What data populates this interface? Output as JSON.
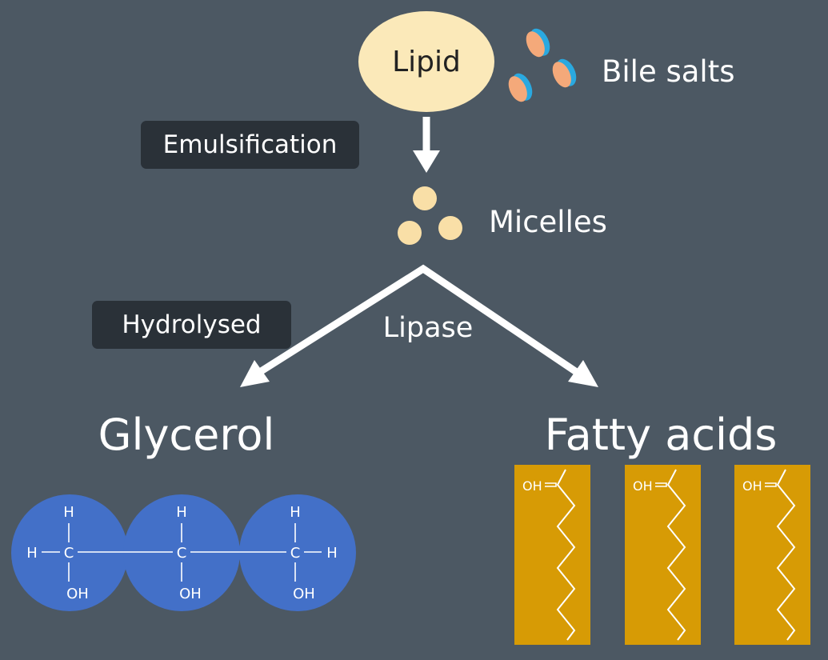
{
  "lipid": "Lipid",
  "bile_salts": "Bile salts",
  "micelles": "Micelles",
  "emulsification": "Emulsification",
  "hydrolysed": "Hydrolysed",
  "lipase": "Lipase",
  "glycerol": "Glycerol",
  "fatty_acids": "Fatty acids",
  "glycerol_atoms": {
    "h": "H",
    "c": "C",
    "oh": "OH"
  },
  "fatty_acid_atoms": {
    "oh": "OH"
  },
  "colors": {
    "background": "#4c5863",
    "lipid": "#fbe9b9",
    "micelle": "#f9dfa7",
    "bile_salt_body": "#f4a97a",
    "bile_salt_edge": "#2aa9e0",
    "label_chip": "#2a3138",
    "glycerol_circle": "#4370c8",
    "fatty_acid_box": "#d79b05",
    "text": "#ffffff"
  }
}
